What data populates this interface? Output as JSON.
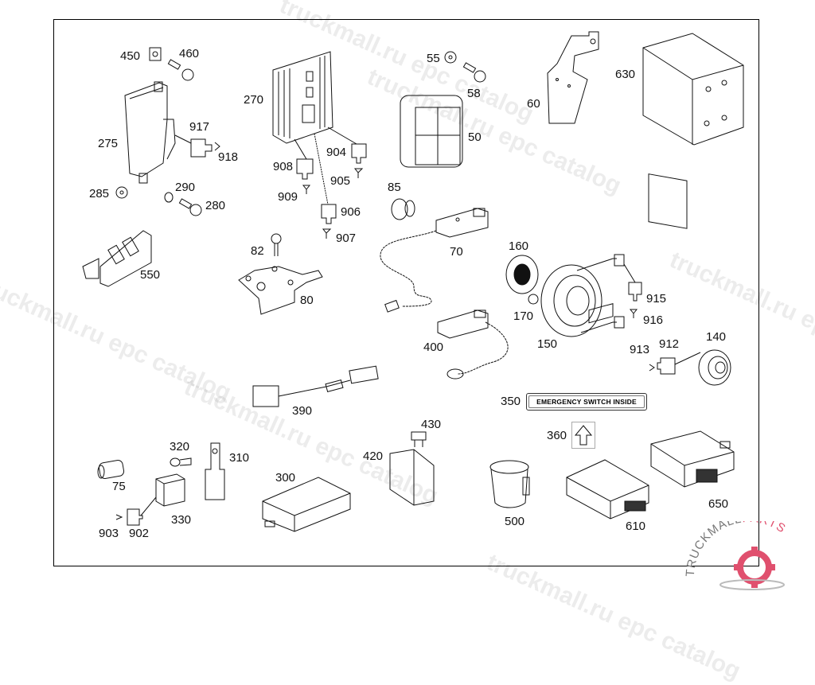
{
  "diagram": {
    "type": "exploded parts diagram",
    "parts": [
      {
        "id": "450",
        "label": "450"
      },
      {
        "id": "460",
        "label": "460"
      },
      {
        "id": "275",
        "label": "275"
      },
      {
        "id": "917",
        "label": "917"
      },
      {
        "id": "918",
        "label": "918"
      },
      {
        "id": "285",
        "label": "285"
      },
      {
        "id": "290",
        "label": "290"
      },
      {
        "id": "280",
        "label": "280"
      },
      {
        "id": "270",
        "label": "270"
      },
      {
        "id": "908",
        "label": "908"
      },
      {
        "id": "909",
        "label": "909"
      },
      {
        "id": "904",
        "label": "904"
      },
      {
        "id": "905",
        "label": "905"
      },
      {
        "id": "906",
        "label": "906"
      },
      {
        "id": "907",
        "label": "907"
      },
      {
        "id": "55",
        "label": "55"
      },
      {
        "id": "58",
        "label": "58"
      },
      {
        "id": "50",
        "label": "50"
      },
      {
        "id": "60",
        "label": "60"
      },
      {
        "id": "630",
        "label": "630"
      },
      {
        "id": "85",
        "label": "85"
      },
      {
        "id": "70",
        "label": "70"
      },
      {
        "id": "82",
        "label": "82"
      },
      {
        "id": "80",
        "label": "80"
      },
      {
        "id": "550",
        "label": "550"
      },
      {
        "id": "160",
        "label": "160"
      },
      {
        "id": "170",
        "label": "170"
      },
      {
        "id": "150",
        "label": "150"
      },
      {
        "id": "915",
        "label": "915"
      },
      {
        "id": "916",
        "label": "916"
      },
      {
        "id": "140",
        "label": "140"
      },
      {
        "id": "912",
        "label": "912"
      },
      {
        "id": "913",
        "label": "913"
      },
      {
        "id": "400",
        "label": "400"
      },
      {
        "id": "390",
        "label": "390"
      },
      {
        "id": "350",
        "label": "350"
      },
      {
        "id": "360",
        "label": "360"
      },
      {
        "id": "320",
        "label": "320"
      },
      {
        "id": "310",
        "label": "310"
      },
      {
        "id": "75",
        "label": "75"
      },
      {
        "id": "330",
        "label": "330"
      },
      {
        "id": "902",
        "label": "902"
      },
      {
        "id": "903",
        "label": "903"
      },
      {
        "id": "300",
        "label": "300"
      },
      {
        "id": "420",
        "label": "420"
      },
      {
        "id": "430",
        "label": "430"
      },
      {
        "id": "500",
        "label": "500"
      },
      {
        "id": "610",
        "label": "610"
      },
      {
        "id": "650",
        "label": "650"
      }
    ],
    "sign_text": "EMERGENCY SWITCH INSIDE"
  },
  "watermark": {
    "text": "truckmall.ru epc catalog",
    "logo_text_left": "TRUCKMALL",
    "logo_text_right": "PARTS",
    "logo_color": "#e0506e"
  }
}
